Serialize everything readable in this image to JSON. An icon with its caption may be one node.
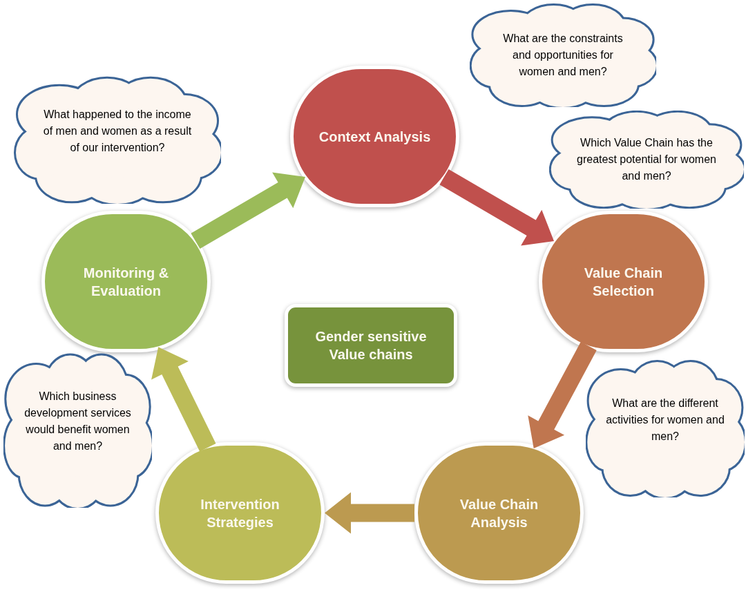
{
  "diagram": {
    "nodes": [
      {
        "text": [
          "Context Analysis"
        ]
      },
      {
        "text": [
          "Value Chain Selection"
        ]
      },
      {
        "text": [
          "Value Chain Analysis"
        ]
      },
      {
        "text": [
          "Intervention Strategies"
        ]
      },
      {
        "text": [
          "Monitoring & Evaluation"
        ]
      },
      {
        "text": [
          "Gender sensitive Value chains"
        ]
      },
      {
        "text": [
          "What are the constraints and opportunities for women and men?"
        ]
      },
      {
        "text": [
          "Which Value Chain has the greatest potential for women and men?"
        ]
      },
      {
        "text": [
          "What are the different activities for women and men?"
        ]
      },
      {
        "text": [
          "Which business development services would benefit women and men?"
        ]
      },
      {
        "text": [
          "What happened to the income of men and women as a result of our intervention?"
        ]
      }
    ],
    "edges": [
      {
        "from": 0,
        "to": 1,
        "arrow": "to",
        "style": "thick",
        "color": "#c0504d"
      },
      {
        "from": 1,
        "to": 2,
        "arrow": "to",
        "style": "thick",
        "color": "#c0764f"
      },
      {
        "from": 2,
        "to": 3,
        "arrow": "to",
        "style": "thick",
        "color": "#bc9a50"
      },
      {
        "from": 3,
        "to": 4,
        "arrow": "to",
        "style": "thick",
        "color": "#bcbc58"
      },
      {
        "from": 4,
        "to": 0,
        "arrow": "to",
        "style": "thick",
        "color": "#9bbb59"
      }
    ]
  }
}
